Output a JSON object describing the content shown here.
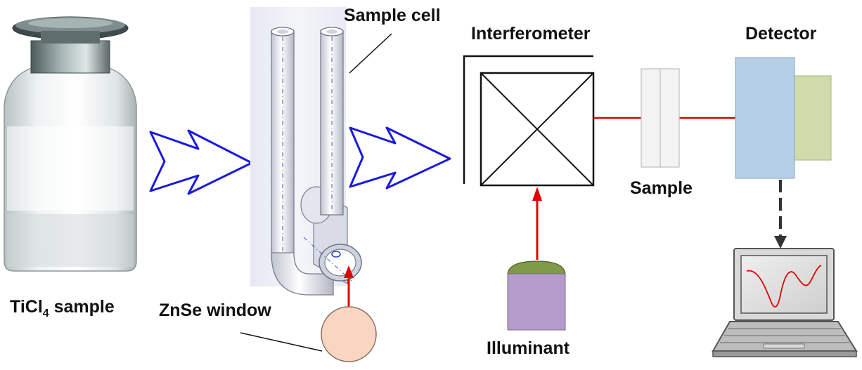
{
  "labels": {
    "sample_cell": "Sample cell",
    "interferometer": "Interferometer",
    "detector": "Detector",
    "sample": "Sample",
    "illuminant": "Illuminant",
    "znse_window": "ZnSe window",
    "ticl4_prefix": "TiCl",
    "ticl4_subscript": "4",
    "ticl4_suffix": " sample"
  },
  "colors": {
    "beam": "#e00000",
    "flow_arrow_outline": "#1a1adc",
    "detector_front": "#b4cfe6",
    "detector_back": "#cfdcaa",
    "illuminant_body": "#b59ccc",
    "illuminant_cap": "#7f9a48",
    "znse_disc": "#f9d6c2"
  },
  "icons": [
    "bottle-icon",
    "u-tube-cell-icon",
    "laptop-spectrum-icon"
  ]
}
